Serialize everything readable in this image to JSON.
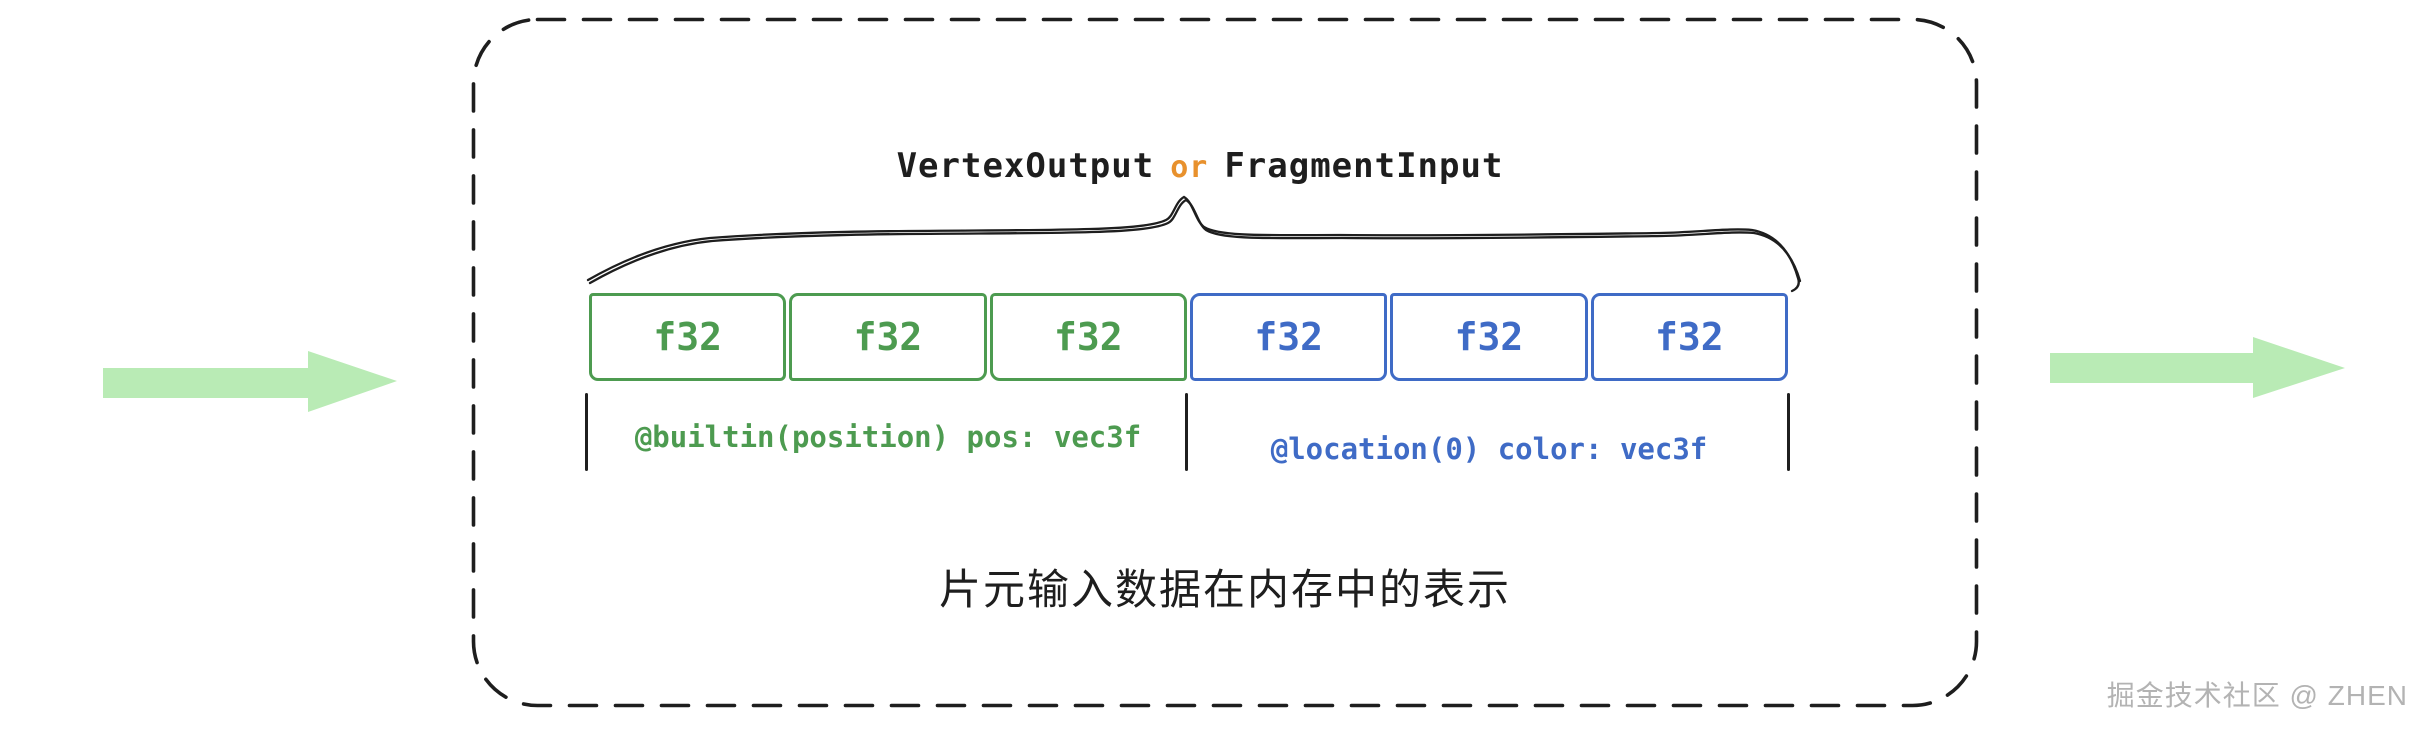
{
  "title": {
    "left": "VertexOutput",
    "conjunction": "or",
    "right": "FragmentInput"
  },
  "cells": [
    {
      "label": "f32",
      "group": "position"
    },
    {
      "label": "f32",
      "group": "position"
    },
    {
      "label": "f32",
      "group": "position"
    },
    {
      "label": "f32",
      "group": "color"
    },
    {
      "label": "f32",
      "group": "color"
    },
    {
      "label": "f32",
      "group": "color"
    }
  ],
  "field_labels": {
    "position": "@builtin(position) pos: vec3f",
    "color": "@location(0) color: vec3f"
  },
  "caption": "片元输入数据在内存中的表示",
  "watermark": "掘金技术社区 @ ZHEN",
  "colors": {
    "ink": "#1e1e1e",
    "green": "#4d9b50",
    "blue": "#3f6bc6",
    "orange": "#e8912d",
    "arrow_fill": "#b9ebb5",
    "watermark_gray": "#b3b3b3"
  }
}
